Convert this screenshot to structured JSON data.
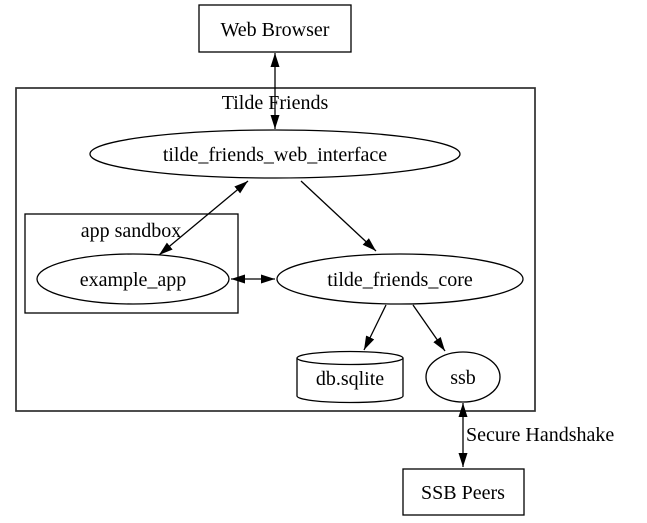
{
  "diagram": {
    "clusters": {
      "tilde_friends": {
        "label": "Tilde Friends"
      },
      "app_sandbox": {
        "label": "app sandbox"
      }
    },
    "nodes": {
      "web_browser": {
        "label": "Web Browser",
        "shape": "box"
      },
      "tilde_friends_web_interface": {
        "label": "tilde_friends_web_interface",
        "shape": "ellipse"
      },
      "example_app": {
        "label": "example_app",
        "shape": "ellipse"
      },
      "tilde_friends_core": {
        "label": "tilde_friends_core",
        "shape": "ellipse"
      },
      "db_sqlite": {
        "label": "db.sqlite",
        "shape": "cylinder"
      },
      "ssb": {
        "label": "ssb",
        "shape": "ellipse"
      },
      "ssb_peers": {
        "label": "SSB Peers",
        "shape": "box"
      }
    },
    "edges": [
      {
        "from": "web_browser",
        "to": "tilde_friends_web_interface",
        "dir": "both"
      },
      {
        "from": "tilde_friends_web_interface",
        "to": "example_app",
        "dir": "both"
      },
      {
        "from": "tilde_friends_web_interface",
        "to": "tilde_friends_core",
        "dir": "forward"
      },
      {
        "from": "example_app",
        "to": "tilde_friends_core",
        "dir": "both"
      },
      {
        "from": "tilde_friends_core",
        "to": "db_sqlite",
        "dir": "forward"
      },
      {
        "from": "tilde_friends_core",
        "to": "ssb",
        "dir": "forward"
      },
      {
        "from": "ssb",
        "to": "ssb_peers",
        "dir": "both",
        "label": "Secure Handshake"
      }
    ],
    "colors": {
      "background": "#ffffff",
      "node_stroke": "#000000",
      "cluster_stroke": "#2f2f2f",
      "text": "#000000"
    }
  }
}
